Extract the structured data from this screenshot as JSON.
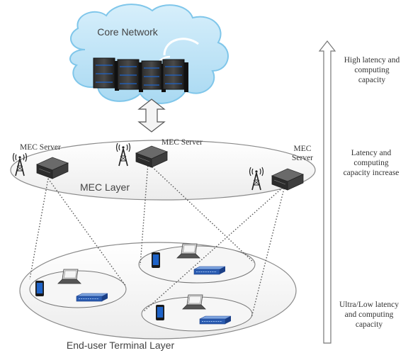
{
  "core": {
    "title": "Core Network"
  },
  "mec_layer": {
    "title": "MEC Layer",
    "servers": [
      {
        "label": "MEC Server"
      },
      {
        "label": "MEC Server"
      },
      {
        "label_line1": "MEC",
        "label_line2": "Server"
      }
    ]
  },
  "terminal_layer": {
    "title": "End-user Terminal Layer"
  },
  "arrow_scale": {
    "top": [
      "High latency and",
      "computing",
      "capacity"
    ],
    "middle": [
      "Latency and",
      "computing",
      "capacity increase"
    ],
    "bottom": [
      "Ultra/Low latency",
      "and computing",
      "capacity"
    ]
  },
  "colors": {
    "cloud_fill": "#bfe3f6",
    "cloud_stroke": "#7fc6ea",
    "ellipse_stroke": "#8a8a8a",
    "device_blue": "#2a5bb0"
  }
}
